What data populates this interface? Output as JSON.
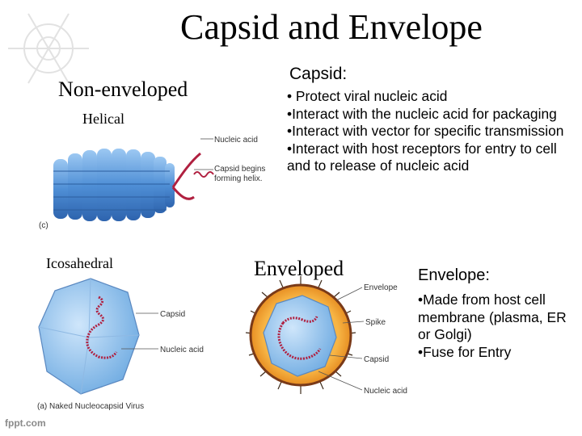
{
  "title": "Capsid and Envelope",
  "non_enveloped": "Non-enveloped",
  "helical": "Helical",
  "icosahedral": "Icosahedral",
  "enveloped": "Enveloped",
  "helical_figure": {
    "panel_letter": "(c)",
    "nucleic_acid_label": "Nucleic acid",
    "capsid_label_line1": "Capsid begins",
    "capsid_label_line2": "forming helix."
  },
  "icosa_figure": {
    "capsid_label": "Capsid",
    "nucleic_acid_label": "Nucleic acid",
    "caption": "(a) Naked Nucleocapsid Virus"
  },
  "enveloped_figure": {
    "envelope_label": "Envelope",
    "spike_label": "Spike",
    "capsid_label": "Capsid",
    "nucleic_acid_label": "Nucleic acid"
  },
  "capsid_section": {
    "heading": "Capsid:",
    "bullets": [
      "• Protect viral nucleic acid",
      "•Interact with the nucleic acid for packaging",
      "•Interact with vector for specific transmission",
      "•Interact with host receptors for entry to cell and to release of nucleic acid"
    ]
  },
  "envelope_section": {
    "heading": "Envelope:",
    "bullets": [
      "•Made from host cell membrane (plasma, ER or Golgi)",
      "•Fuse for Entry"
    ]
  },
  "footer": "fppt.com",
  "colors": {
    "capsid_blue": "#4f8fd6",
    "nucleic_red": "#b02040",
    "envelope_orange": "#f0a030",
    "envelope_ring": "#7a3a18"
  }
}
